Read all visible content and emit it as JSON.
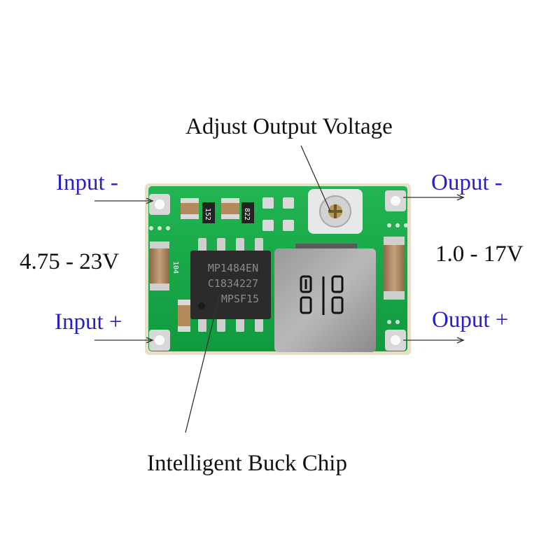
{
  "labels": {
    "adjust": "Adjust Output Voltage",
    "input_minus": "Input -",
    "input_plus": "Input +",
    "output_minus": "Ouput -",
    "output_plus": "Ouput +",
    "input_range": "4.75 - 23V",
    "output_range": "1.0 - 17V",
    "chip": "Intelligent Buck Chip"
  },
  "chip_marking": [
    "MP1484EN",
    "C1834227",
    "MPSF15"
  ],
  "component_codes": [
    "152",
    "822",
    "104"
  ],
  "colors": {
    "label_blue": "#2a1fc4",
    "label_black": "#111111",
    "pcb_green": "#18a84a"
  }
}
